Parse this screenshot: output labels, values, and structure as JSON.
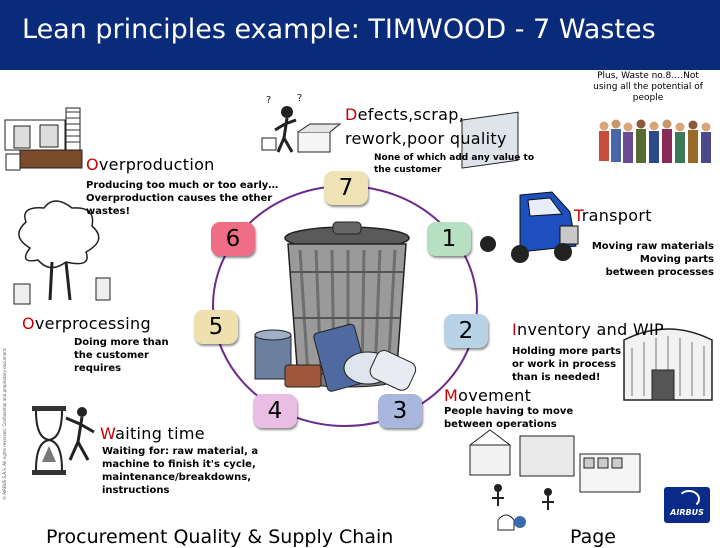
{
  "title": "Lean principles example: TIMWOOD - 7 Wastes",
  "wastes": [
    {
      "number": "1",
      "initial": "T",
      "rest": "ransport",
      "description": "Moving raw materials Moving parts between processes",
      "color": "#b7dfc1"
    },
    {
      "number": "2",
      "initial": "I",
      "rest": "nventory and WIP",
      "description": "Holding more parts or work in process than is needed!",
      "color": "#b9d3e6"
    },
    {
      "number": "3",
      "initial": "M",
      "rest": "ovement",
      "description": "People having to move between operations",
      "color": "#a9b6de"
    },
    {
      "number": "4",
      "initial": "W",
      "rest": "aiting time",
      "description": "Waiting for: raw material, a machine to finish it's cycle, maintenance/breakdowns, instructions",
      "color": "#e9bde4"
    },
    {
      "number": "5",
      "initial": "O",
      "rest": "verprocessing",
      "description": "Doing more than the customer requires",
      "color": "#efe0b0"
    },
    {
      "number": "6",
      "initial": "O",
      "rest": "verproduction",
      "description": "Producing too much or too early… Overproduction causes the other wastes!",
      "color": "#ef6d86"
    },
    {
      "number": "7",
      "initial": "D",
      "rest": "efects,scrap, rework,poor quality",
      "description": "None of which add any value to the customer",
      "color": "#efe3b5"
    }
  ],
  "extra_waste_note": "Plus, Waste no.8….Not using all the potential of people",
  "footer": {
    "left": "Procurement Quality & Supply Chain",
    "right": "Page"
  },
  "side_note": "© AIRBUS S.A.S. All rights reserved. Confidential and proprietary document.",
  "logo": {
    "text": "AIRBUS",
    "icon": "airbus-logo-icon"
  },
  "icons": [
    "people-group-icon",
    "office-desk-paperwork-icon",
    "thinking-person-icon",
    "truck-icon",
    "trash-can-icon",
    "warehouse-icon",
    "factory-workers-icon",
    "hourglass-icon",
    "tree-icon"
  ],
  "colors": {
    "title_bar": "#0a2a7a",
    "initial_letter": "#cc0000",
    "circle": "#6b2a8c"
  }
}
